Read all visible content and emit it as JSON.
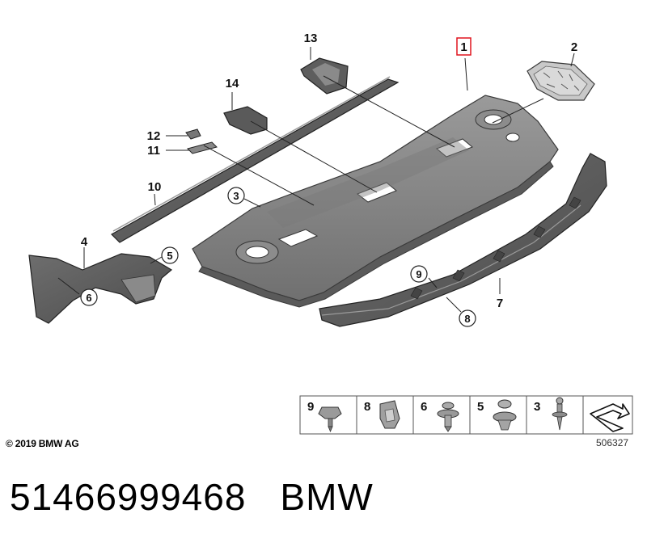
{
  "diagram": {
    "callouts": {
      "c1": "1",
      "c2": "2",
      "c3": "3",
      "c4": "4",
      "c5": "5",
      "c6": "6",
      "c7": "7",
      "c8": "8",
      "c9": "9",
      "c10": "10",
      "c11": "11",
      "c12": "12",
      "c13": "13",
      "c14": "14"
    },
    "highlighted_part": "1",
    "highlight_color": "#e0141e",
    "part_color": "#808080"
  },
  "legend": {
    "items": [
      {
        "num": "9",
        "icon": "screw-icon"
      },
      {
        "num": "8",
        "icon": "clip-nut-icon"
      },
      {
        "num": "6",
        "icon": "expanding-rivet-icon"
      },
      {
        "num": "5",
        "icon": "push-rivet-icon"
      },
      {
        "num": "3",
        "icon": "clip-icon"
      }
    ],
    "last_icon": "subassembly-arrow-icon"
  },
  "footer": {
    "copyright": "© 2019 BMW AG",
    "image_number": "506327"
  },
  "caption": {
    "part_number": "51466999468",
    "brand": "BMW"
  }
}
